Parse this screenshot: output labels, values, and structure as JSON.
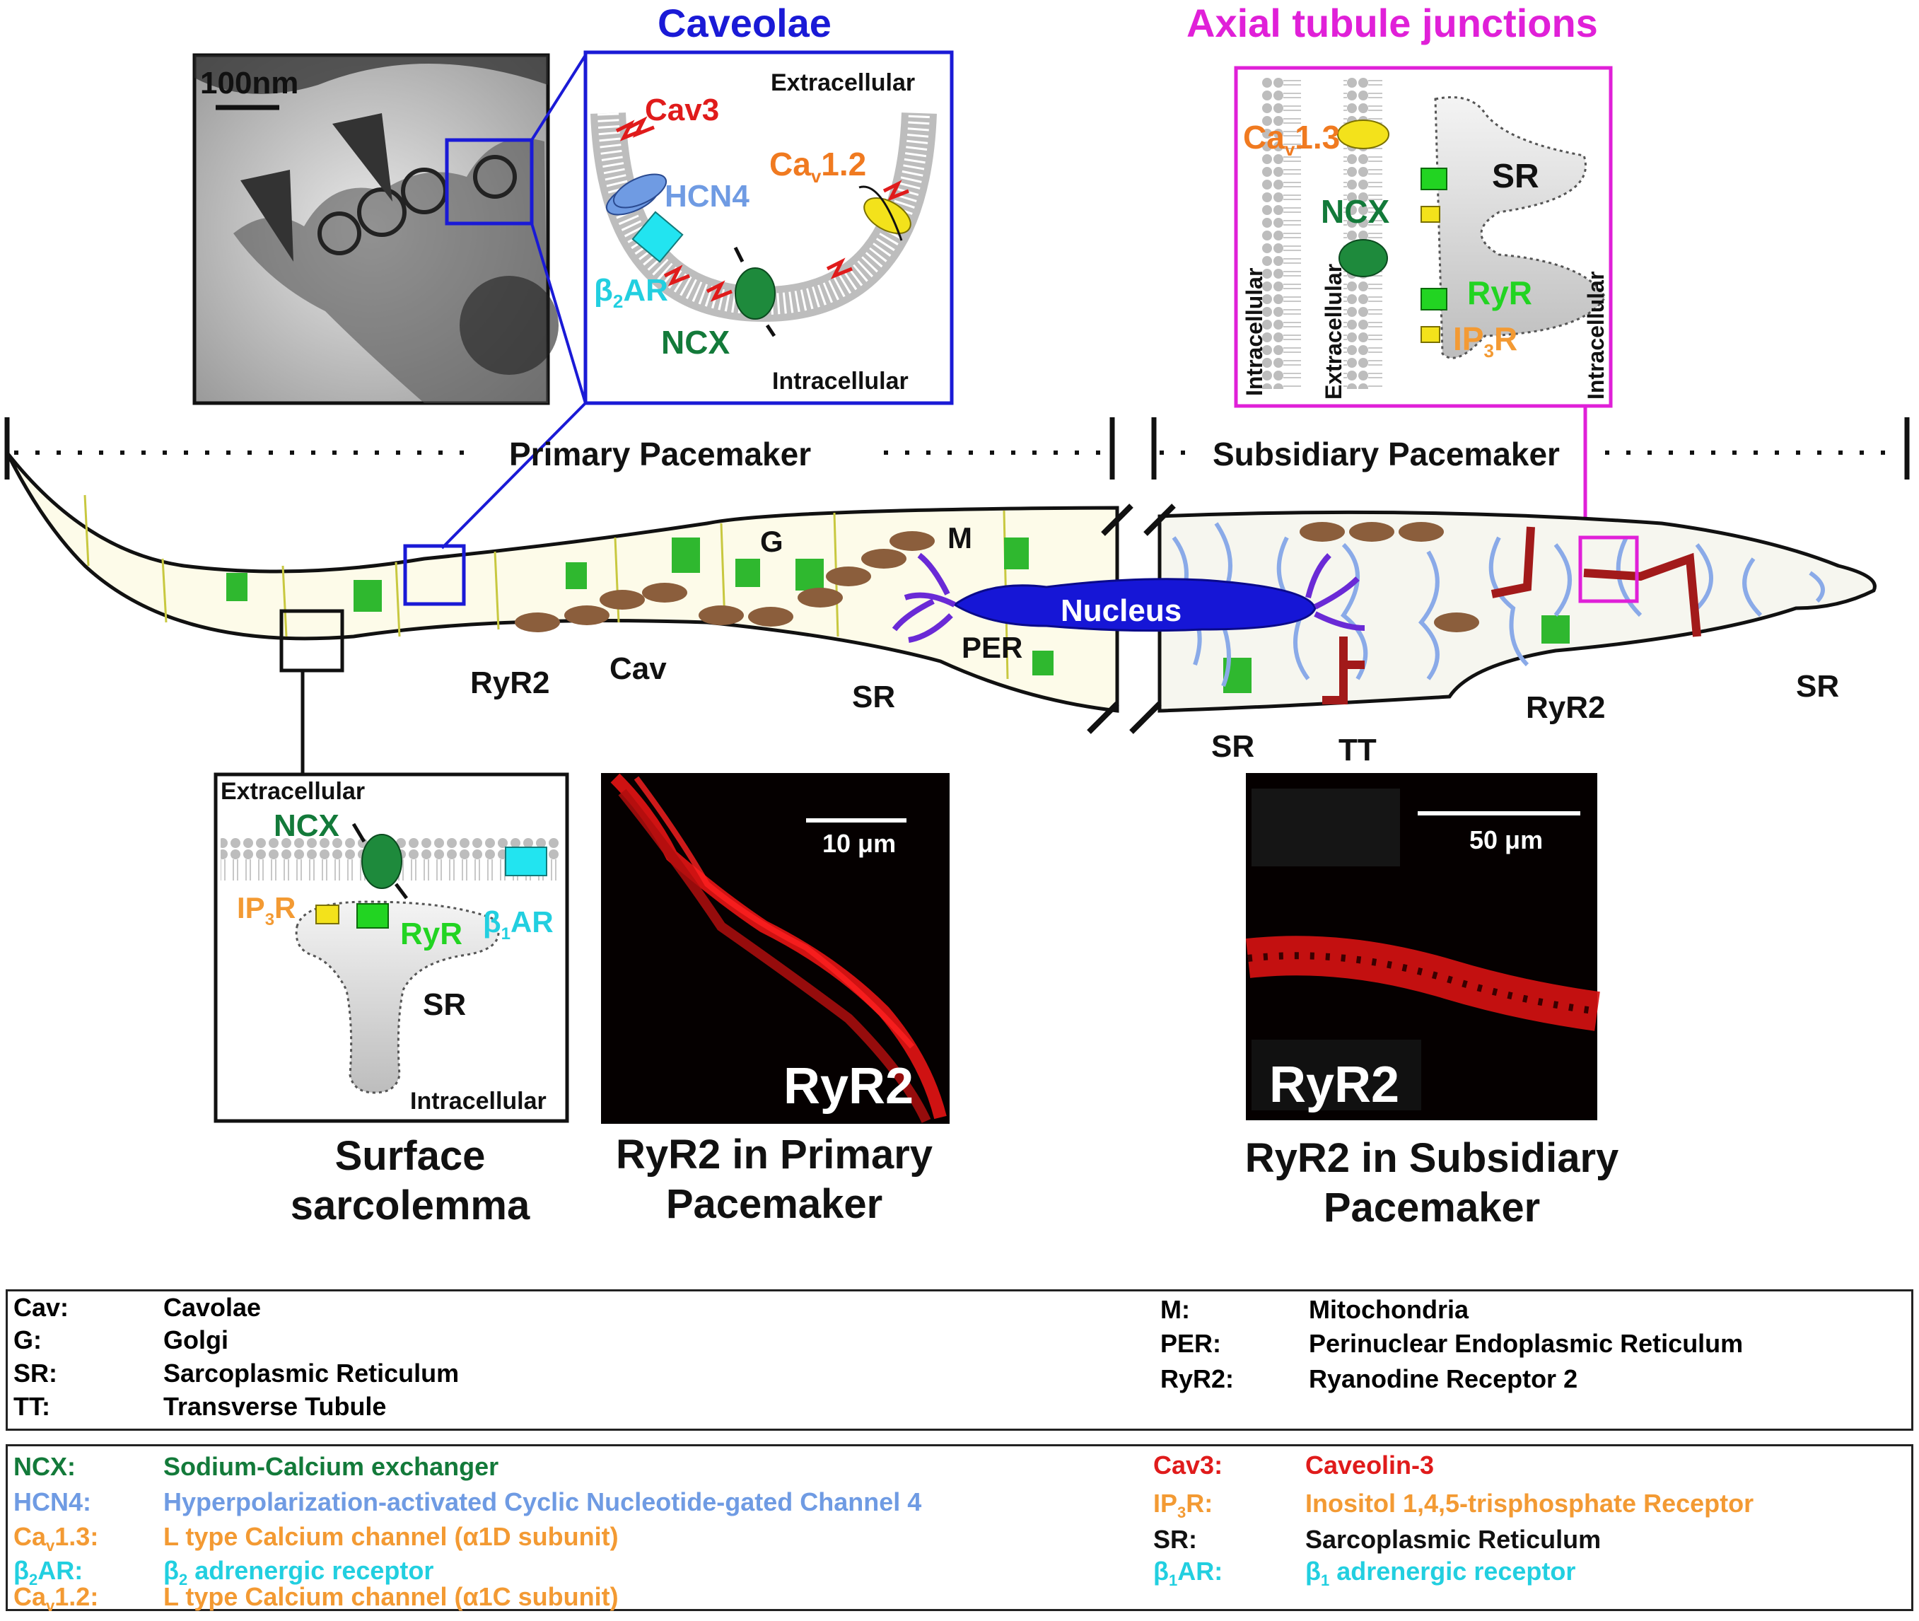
{
  "titles": {
    "caveolae": "Caveolae",
    "axial": "Axial tubule junctions",
    "caveolae_color": "#1a1ad6",
    "axial_color": "#e020d8"
  },
  "em_inset": {
    "scale_label": "100nm"
  },
  "caveolae_box": {
    "extracellular": "Extracellular",
    "intracellular": "Intracellular",
    "cav3": "Cav3",
    "hcn4": "HCN4",
    "cav12_main": "Ca",
    "cav12_sub": "v",
    "cav12_tail": "1.2",
    "b2ar_main": "β",
    "b2ar_sub": "2",
    "b2ar_tail": "AR",
    "ncx": "NCX"
  },
  "axial_box": {
    "cav13_main": "Ca",
    "cav13_sub": "v",
    "cav13_tail": "1.3",
    "ncx": "NCX",
    "sr": "SR",
    "ryr": "RyR",
    "ip3r_main": "IP",
    "ip3r_sub": "3",
    "ip3r_tail": "R",
    "intracellular_left": "Intracellular",
    "extracellular": "Extracellular",
    "intracellular_right": "Intracellular"
  },
  "cell": {
    "primary_label": "Primary Pacemaker",
    "subsidiary_label": "Subsidiary Pacemaker",
    "nucleus": "Nucleus",
    "labels": {
      "g": "G",
      "m": "M",
      "per": "PER",
      "ryr2_left": "RyR2",
      "cav": "Cav",
      "sr_mid": "SR",
      "sr_sub_left": "SR",
      "tt": "TT",
      "ryr2_right": "RyR2",
      "sr_right": "SR"
    }
  },
  "surface_box": {
    "extracellular": "Extracellular",
    "intracellular": "Intracellular",
    "ncx": "NCX",
    "ip3r_main": "IP",
    "ip3r_sub": "3",
    "ip3r_tail": "R",
    "ryr": "RyR",
    "b1ar_main": "β",
    "b1ar_sub": "1",
    "b1ar_tail": "AR",
    "sr": "SR"
  },
  "micrographs": {
    "primary_scale": "10 μm",
    "primary_label": "RyR2",
    "subsidiary_scale": "50 μm",
    "subsidiary_label": "RyR2"
  },
  "captions": {
    "surface_1": "Surface",
    "surface_2": "sarcolemma",
    "primary_1": "RyR2 in Primary",
    "primary_2": "Pacemaker",
    "subsidiary_1": "RyR2 in Subsidiary",
    "subsidiary_2": "Pacemaker"
  },
  "legend1": {
    "left": [
      {
        "abbr": "Cav:",
        "desc": "Cavolae"
      },
      {
        "abbr": "G:",
        "desc": "Golgi"
      },
      {
        "abbr": "SR:",
        "desc": "Sarcoplasmic Reticulum"
      },
      {
        "abbr": "TT:",
        "desc": "Transverse Tubule"
      }
    ],
    "right": [
      {
        "abbr": "M:",
        "desc": "Mitochondria"
      },
      {
        "abbr": "PER:",
        "desc": "Perinuclear Endoplasmic Reticulum"
      },
      {
        "abbr": "RyR2:",
        "desc": "Ryanodine Receptor 2"
      }
    ]
  },
  "legend2": {
    "left": [
      {
        "abbr": "NCX:",
        "desc": "Sodium-Calcium exchanger",
        "color": "#137a3a"
      },
      {
        "abbr": "HCN4:",
        "desc": "Hyperpolarization-activated Cyclic Nucleotide-gated Channel 4",
        "color": "#6f9be3"
      },
      {
        "abbr": "Ca",
        "abbr_sub": "v",
        "abbr_tail": "1.3:",
        "desc": "L type Calcium channel (α1D subunit)",
        "color": "#f39a33"
      },
      {
        "abbr": "β",
        "abbr_sub": "2",
        "abbr_tail": "AR:",
        "desc": "β",
        "desc_sub": "2",
        "desc_tail": " adrenergic receptor",
        "color": "#22cfe0"
      },
      {
        "abbr": "Ca",
        "abbr_sub": "v",
        "abbr_tail": "1.2:",
        "desc": "L type Calcium channel (α1C subunit)",
        "color": "#f39a33"
      }
    ],
    "right": [
      {
        "abbr": "Cav3:",
        "desc": "Caveolin-3",
        "color": "#e01b1b"
      },
      {
        "abbr": "IP",
        "abbr_sub": "3",
        "abbr_tail": "R:",
        "desc": "Inositol 1,4,5-trisphosphate Receptor",
        "color": "#f39a33"
      },
      {
        "abbr": "SR:",
        "desc": "Sarcoplasmic Reticulum",
        "color": "#111111"
      },
      {
        "abbr": "β",
        "abbr_sub": "1",
        "abbr_tail": "AR:",
        "desc": "β",
        "desc_sub": "1",
        "desc_tail": " adrenergic receptor",
        "color": "#22cfe0"
      }
    ]
  }
}
